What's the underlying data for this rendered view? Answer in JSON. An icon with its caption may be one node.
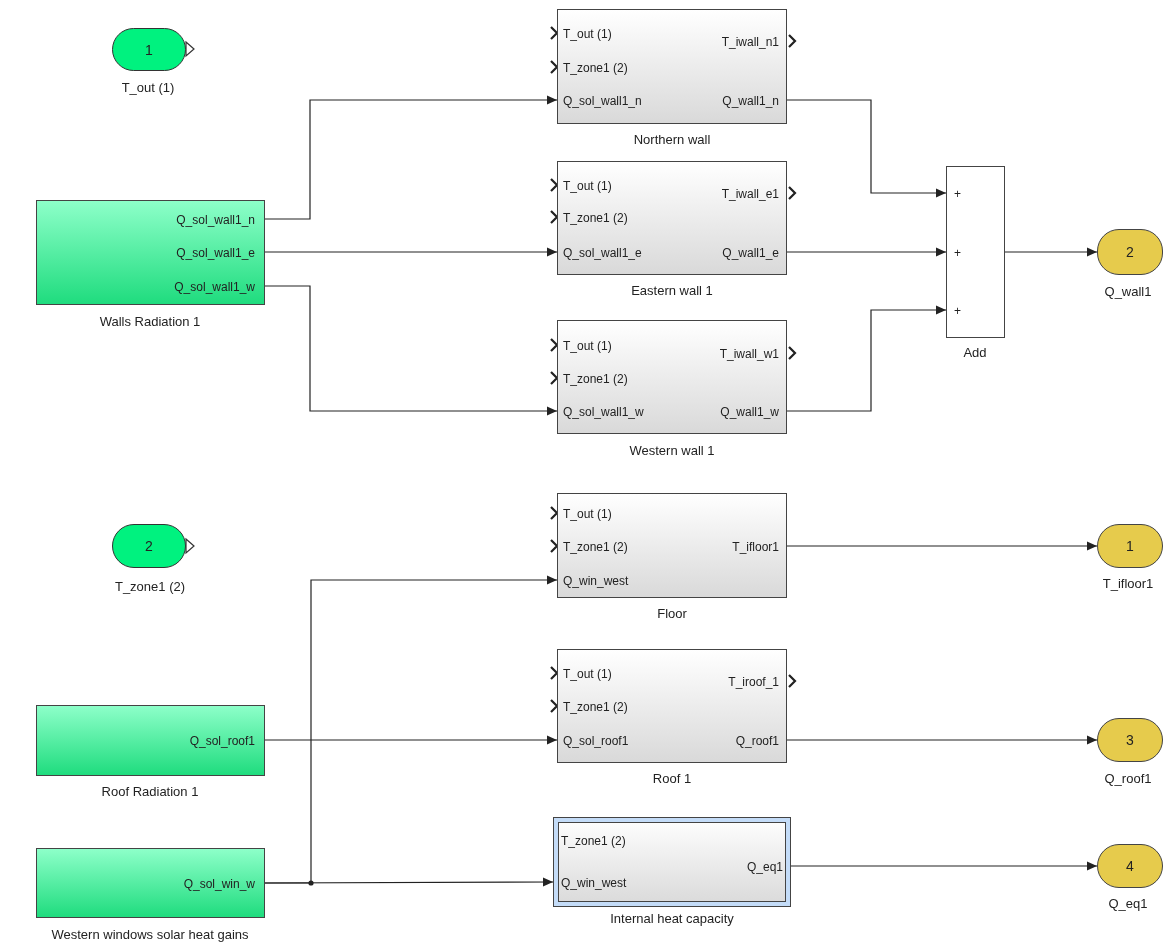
{
  "diagram": {
    "nodes": [
      {
        "text": [
          "1"
        ],
        "beside": [
          "T_out (1)"
        ]
      },
      {
        "text": [
          "Q_sol_wall1_n",
          "Q_sol_wall1_e",
          "Q_sol_wall1_w"
        ],
        "beside": [
          "Walls Radiation 1"
        ]
      },
      {
        "text": [
          "T_out (1)",
          "T_zone1 (2)",
          "Q_sol_wall1_n",
          "T_iwall_n1",
          "Q_wall1_n"
        ],
        "beside": [
          "Northern wall"
        ]
      },
      {
        "text": [
          "T_out (1)",
          "T_zone1 (2)",
          "Q_sol_wall1_e",
          "T_iwall_e1",
          "Q_wall1_e"
        ],
        "beside": [
          "Eastern wall 1"
        ]
      },
      {
        "text": [
          "T_out (1)",
          "T_zone1 (2)",
          "Q_sol_wall1_w",
          "T_iwall_w1",
          "Q_wall1_w"
        ],
        "beside": [
          "Western wall 1"
        ]
      },
      {
        "text": [
          "+",
          "+",
          "+"
        ],
        "beside": [
          "Add"
        ]
      },
      {
        "text": [
          "2"
        ],
        "beside": [
          "Q_wall1"
        ]
      },
      {
        "text": [
          "2"
        ],
        "beside": [
          "T_zone1 (2)"
        ]
      },
      {
        "text": [
          "T_out (1)",
          "T_zone1 (2)",
          "Q_win_west",
          "T_ifloor1"
        ],
        "beside": [
          "Floor"
        ]
      },
      {
        "text": [
          "1"
        ],
        "beside": [
          "T_ifloor1"
        ]
      },
      {
        "text": [
          "Q_sol_roof1"
        ],
        "beside": [
          "Roof Radiation 1"
        ]
      },
      {
        "text": [
          "T_out (1)",
          "T_zone1 (2)",
          "Q_sol_roof1",
          "T_iroof_1",
          "Q_roof1"
        ],
        "beside": [
          "Roof 1"
        ]
      },
      {
        "text": [
          "3"
        ],
        "beside": [
          "Q_roof1"
        ]
      },
      {
        "text": [
          "Q_sol_win_w"
        ],
        "beside": [
          "Western windows solar heat gains"
        ]
      },
      {
        "text": [
          "T_zone1 (2)",
          "Q_win_west",
          "Q_eq1"
        ],
        "beside": [
          "Internal heat capacity"
        ]
      },
      {
        "text": [
          "4"
        ],
        "beside": [
          "Q_eq1"
        ]
      }
    ],
    "edges": [
      {
        "from": 1,
        "to": 2,
        "arrow": "to"
      },
      {
        "from": 1,
        "to": 3,
        "arrow": "to"
      },
      {
        "from": 1,
        "to": 4,
        "arrow": "to"
      },
      {
        "from": 2,
        "to": 5,
        "arrow": "to"
      },
      {
        "from": 3,
        "to": 5,
        "arrow": "to"
      },
      {
        "from": 4,
        "to": 5,
        "arrow": "to"
      },
      {
        "from": 5,
        "to": 6,
        "arrow": "to"
      },
      {
        "from": 13,
        "to": 8,
        "arrow": "to"
      },
      {
        "from": 8,
        "to": 9,
        "arrow": "to"
      },
      {
        "from": 10,
        "to": 11,
        "arrow": "to"
      },
      {
        "from": 11,
        "to": 12,
        "arrow": "to"
      },
      {
        "from": 13,
        "to": 14,
        "arrow": "to"
      },
      {
        "from": 14,
        "to": 15,
        "arrow": "to"
      }
    ]
  }
}
